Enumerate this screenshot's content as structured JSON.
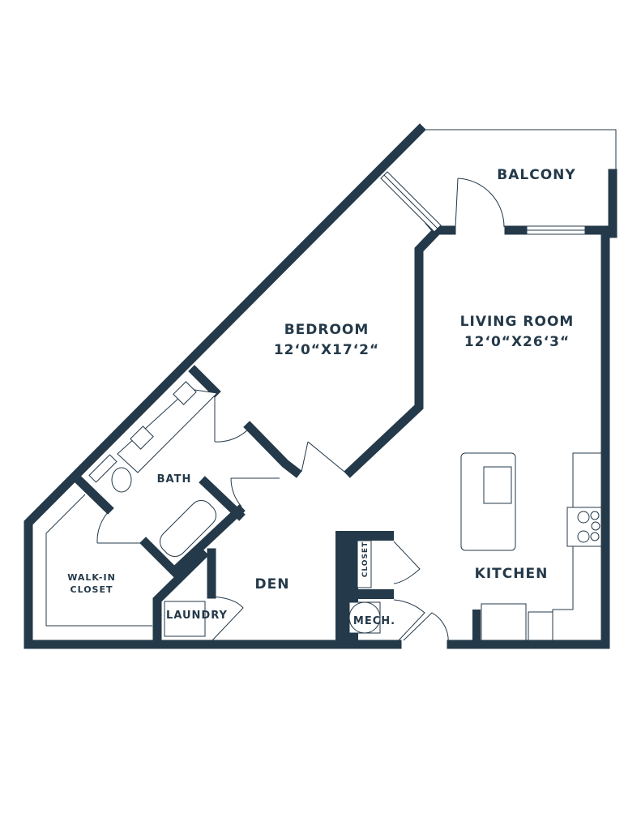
{
  "rooms": {
    "balcony": "BALCONY",
    "bedroom": "BEDROOM",
    "bedroom_size": "12‘0“X17‘2“",
    "living_room": "LIVING ROOM",
    "living_room_size": "12‘0“X26‘3“",
    "bath": "BATH",
    "walk_in_closet_line1": "WALK-IN",
    "walk_in_closet_line2": "CLOSET",
    "den": "DEN",
    "laundry": "LAUNDRY",
    "closet": "CLOSET",
    "mech": "MECH.",
    "kitchen": "KITCHEN"
  },
  "colors": {
    "wall": "#243949",
    "background": "#ffffff"
  }
}
